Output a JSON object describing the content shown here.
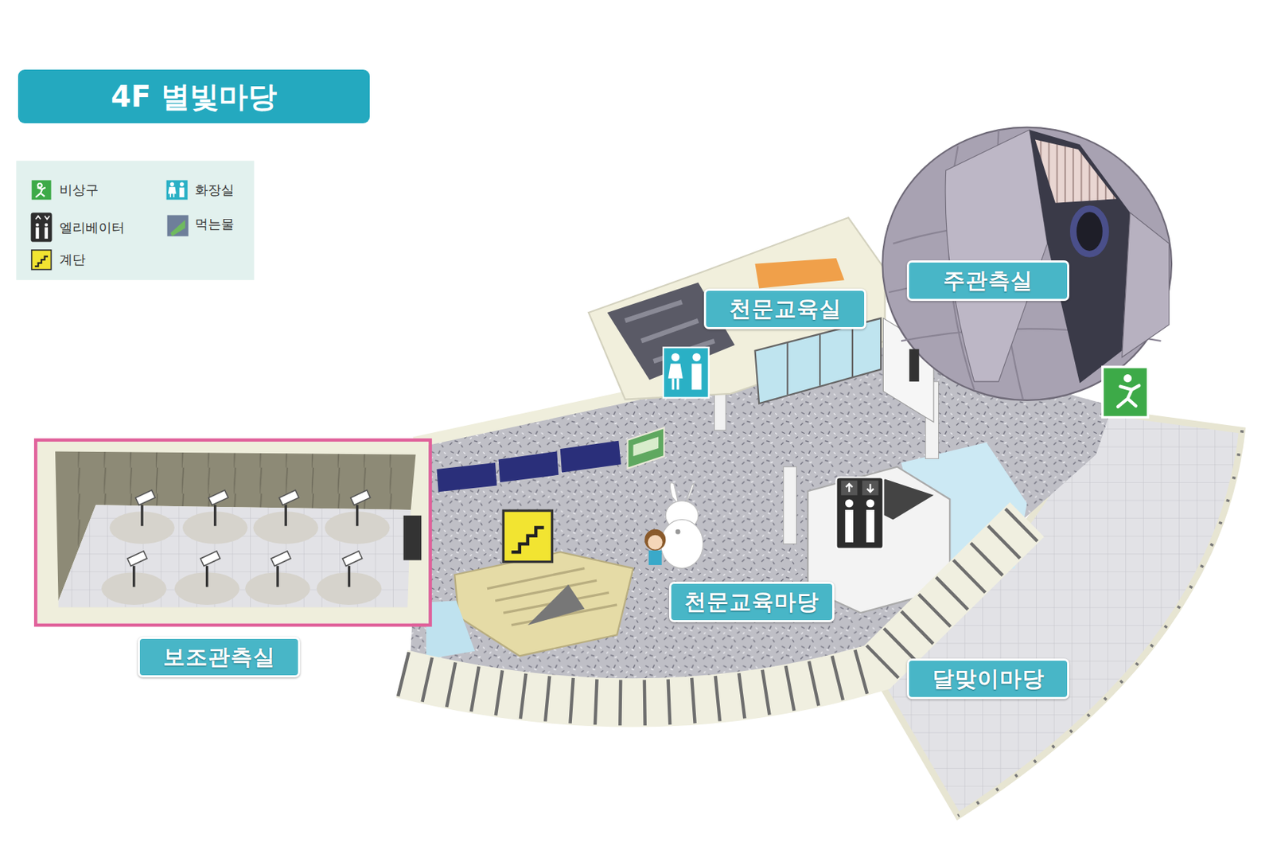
{
  "diagram": {
    "title": "4F 별빛마당",
    "nodes": [
      {
        "text": [
          "주관측실"
        ]
      },
      {
        "text": [
          "천문교육실"
        ]
      },
      {
        "text": [
          "천문교육마당"
        ]
      },
      {
        "text": [
          "보조관측실"
        ]
      },
      {
        "text": [
          "달맞이마당"
        ]
      }
    ],
    "legend": [
      {
        "text": "비상구"
      },
      {
        "text": "화장실"
      },
      {
        "text": "엘리베이터"
      },
      {
        "text": "먹는물"
      },
      {
        "text": "계단"
      }
    ]
  }
}
